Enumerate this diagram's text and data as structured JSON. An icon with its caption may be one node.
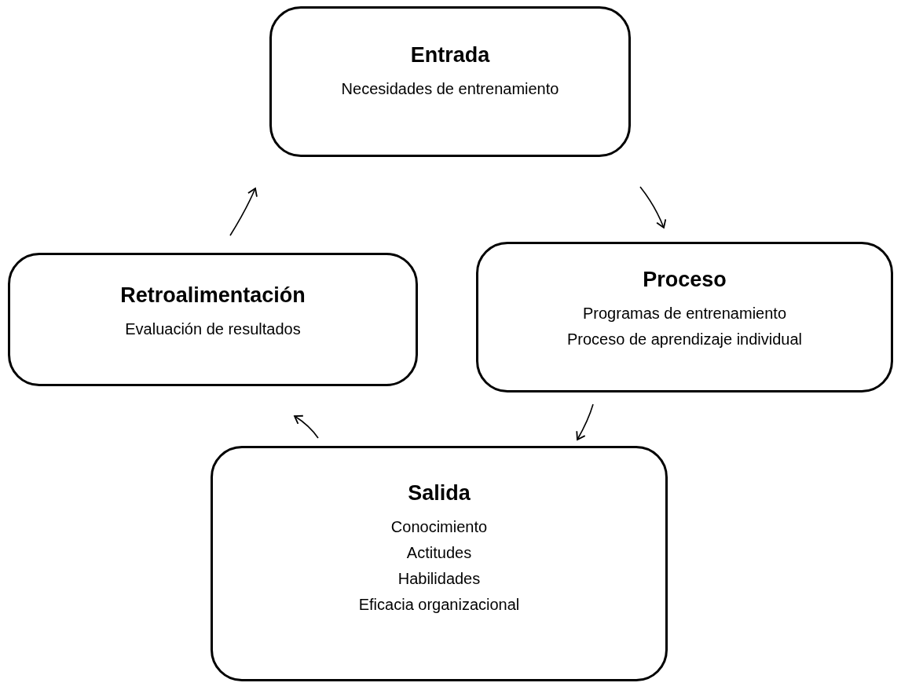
{
  "diagram": {
    "nodes": [
      {
        "text": [
          "Entrada",
          "Necesidades de entrenamiento"
        ]
      },
      {
        "text": [
          "Proceso",
          "Programas de entrenamiento",
          "Proceso de aprendizaje individual"
        ]
      },
      {
        "text": [
          "Salida",
          "Conocimiento",
          "Actitudes",
          "Habilidades",
          "Eficacia organizacional"
        ]
      },
      {
        "text": [
          "Retroalimentación",
          "Evaluación de resultados"
        ]
      }
    ],
    "edges": [
      {
        "from": 0,
        "to": 1,
        "arrow": "to"
      },
      {
        "from": 1,
        "to": 2,
        "arrow": "to"
      },
      {
        "from": 2,
        "to": 3,
        "arrow": "to"
      },
      {
        "from": 3,
        "to": 0,
        "arrow": "to"
      }
    ]
  }
}
